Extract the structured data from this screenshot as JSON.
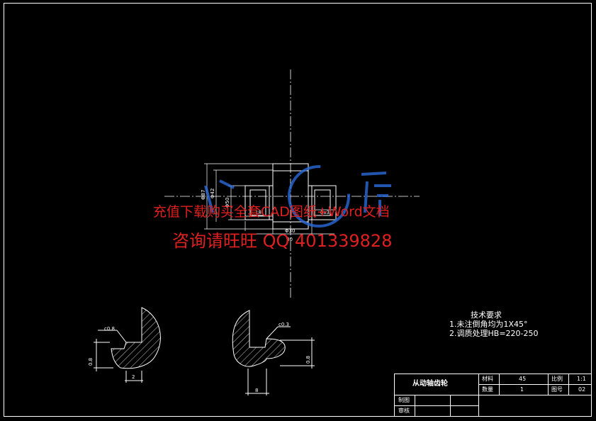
{
  "colors": {
    "background": "#000000",
    "lines": "#ffffff",
    "centerline": "#ffffff",
    "watermark": "#e02020",
    "logo": "#2a6ad8"
  },
  "drawing": {
    "dimensions": {
      "d_outer": "Φ87",
      "d_left": "Φ42",
      "d_inner": "Φ50",
      "width_18": "18",
      "keyway": "8x3",
      "hub": "30",
      "bore": "Φ30"
    },
    "details": {
      "chamfer_left": "c0.8",
      "chamfer_right": "c0.3",
      "height_left": "0.8",
      "height_right": "0.8",
      "width_left": "2",
      "width_right": "8"
    }
  },
  "technical_requirements": {
    "title": "技术要求",
    "line1": "1.未注倒角均为1X45°",
    "line2": "2.调质处理HB=220-250"
  },
  "title_block": {
    "part_name": "从动轴齿轮",
    "material_label": "材料",
    "material_value": "45",
    "scale_label": "比例",
    "scale_value": "1:1",
    "quantity_label": "数量",
    "quantity_value": "1",
    "drawing_no_label": "图号",
    "drawing_no_value": "02",
    "drawn_label": "制图",
    "checked_label": "审核"
  },
  "watermark": {
    "line1": "充值下载购买全套CAD图纸+Word文档",
    "line2": "咨询请旺旺  QQ 401339828"
  }
}
